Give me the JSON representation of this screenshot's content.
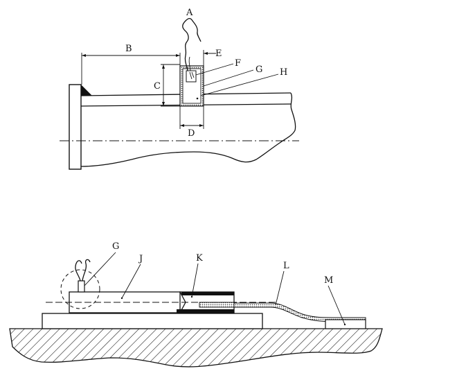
{
  "labels": {
    "a": "A",
    "b": "B",
    "c": "C",
    "d": "D",
    "e": "E",
    "f": "F",
    "g_top": "G",
    "h": "H",
    "g_bottom": "G",
    "j": "J",
    "k": "K",
    "l": "L",
    "m": "M"
  }
}
